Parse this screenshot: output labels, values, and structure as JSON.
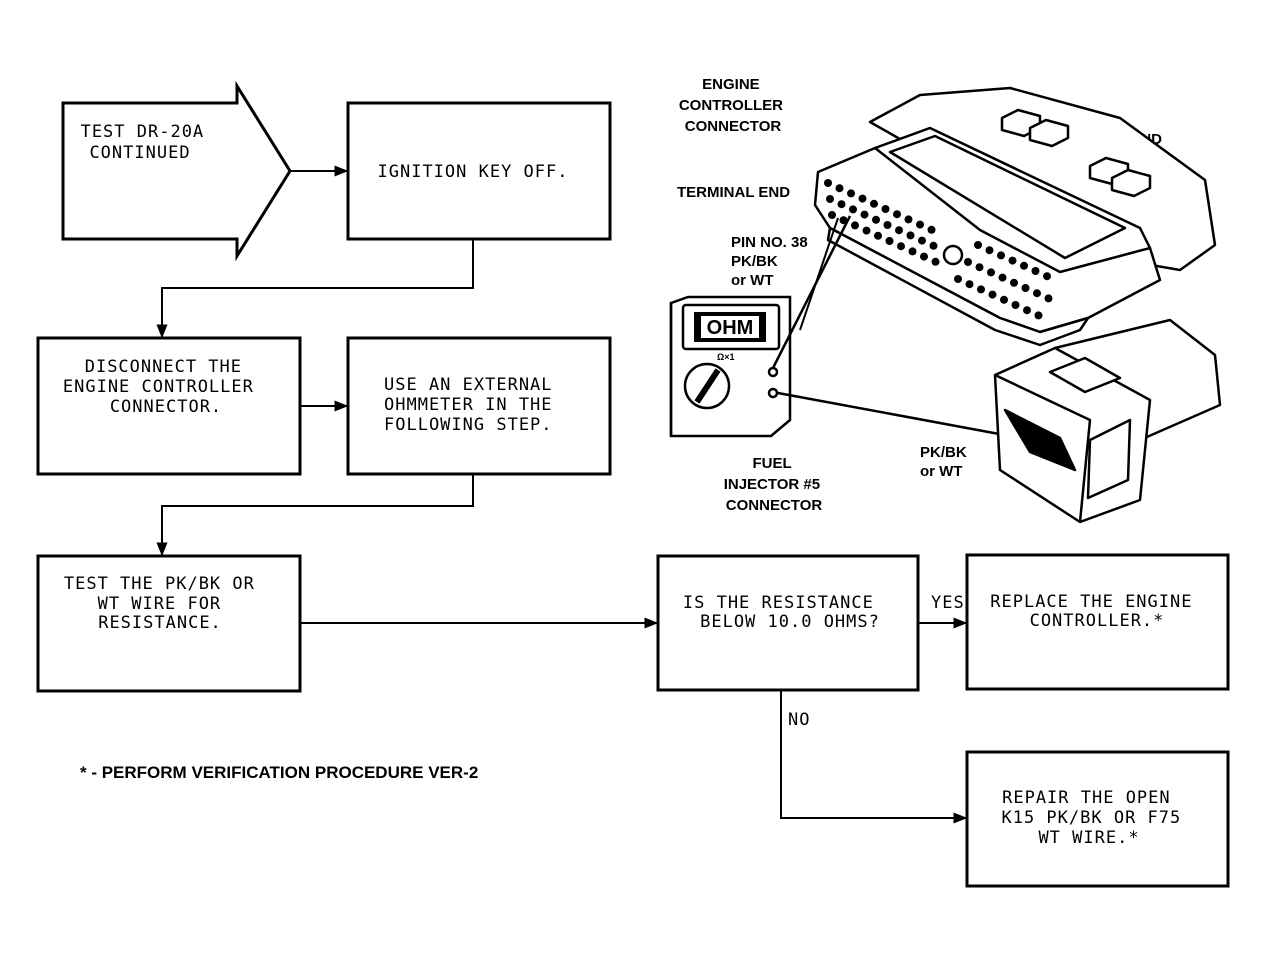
{
  "flowchart": {
    "start": [
      "TEST DR-20A",
      "CONTINUED"
    ],
    "step1": [
      "IGNITION KEY OFF."
    ],
    "step2": [
      "DISCONNECT THE",
      "ENGINE CONTROLLER",
      "CONNECTOR."
    ],
    "step3": [
      "USE AN EXTERNAL",
      "OHMMETER IN THE",
      "FOLLOWING STEP."
    ],
    "step4": [
      "TEST THE PK/BK OR",
      "WT WIRE FOR",
      "RESISTANCE."
    ],
    "decision": [
      "IS THE RESISTANCE",
      "BELOW 10.0 OHMS?"
    ],
    "yes_label": "YES",
    "no_label": "NO",
    "yes_result": [
      "REPLACE THE ENGINE",
      "CONTROLLER.*"
    ],
    "no_result": [
      "REPAIR THE OPEN",
      "K15 PK/BK OR F75",
      "WT WIRE.*"
    ],
    "footnote": "* - PERFORM VERIFICATION PROCEDURE VER-2"
  },
  "illustration": {
    "engine_connector_label": [
      "ENGINE",
      "CONTROLLER",
      "CONNECTOR"
    ],
    "wire_end": "WIRE END",
    "terminal_end": "TERMINAL END",
    "pin_label": [
      "PIN NO. 38",
      "PK/BK",
      "or WT"
    ],
    "meter_display": "OHM",
    "meter_dial": "Ω×1",
    "injector_wire_label": [
      "PK/BK",
      "or WT"
    ],
    "injector_connector_label": [
      "FUEL",
      "INJECTOR #5",
      "CONNECTOR"
    ]
  }
}
